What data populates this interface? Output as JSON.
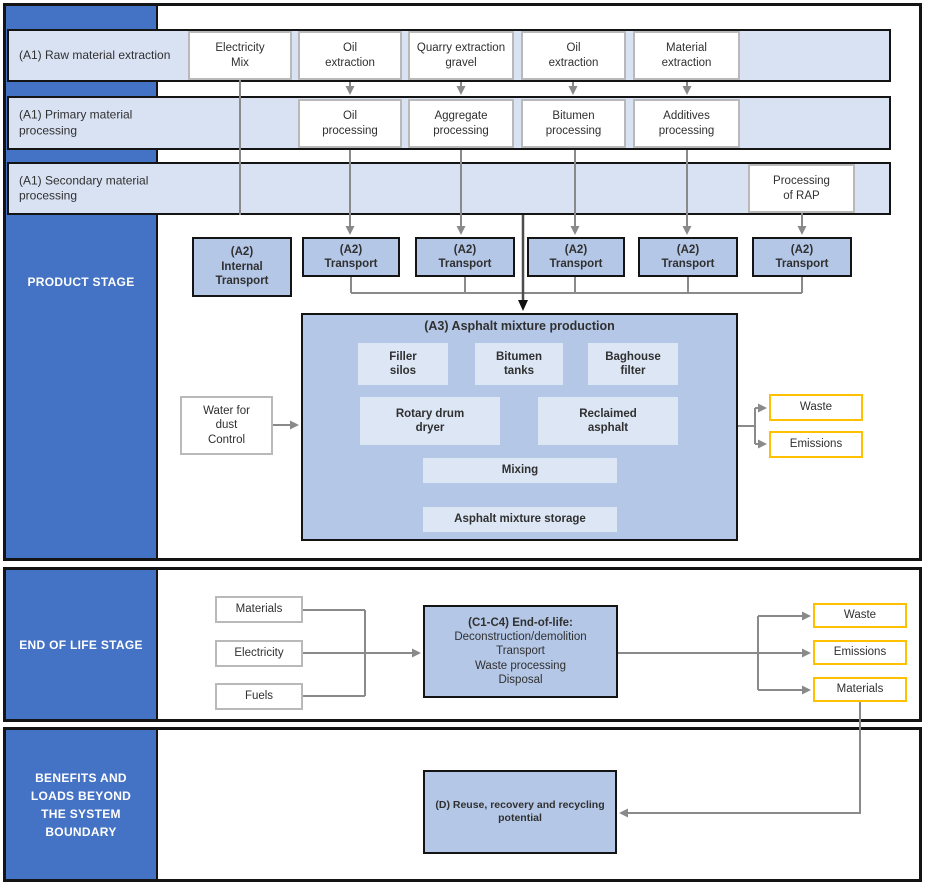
{
  "colors": {
    "sidebar-blue": "#4472c4",
    "band-fill": "#d9e2f3",
    "box-blue": "#b4c7e7",
    "inner-fill": "#dce6f5",
    "accent-yellow": "#ffc000",
    "connector-gray": "#8a8a8a",
    "connector-dark": "#4d4d4d",
    "border-black": "#141414",
    "border-gray": "#b9b9b9"
  },
  "product_stage": {
    "sidebar_label": "PRODUCT STAGE",
    "raw_row": {
      "label": "(A1) Raw material extraction",
      "boxes": [
        "Electricity\nMix",
        "Oil\nextraction",
        "Quarry extraction\ngravel",
        "Oil\nextraction",
        "Material\nextraction"
      ]
    },
    "primary_row": {
      "label": "(A1) Primary material processing",
      "boxes": [
        "Oil\nprocessing",
        "Aggregate\nprocessing",
        "Bitumen\nprocessing",
        "Additives\nprocessing"
      ]
    },
    "secondary_row": {
      "label": "(A1) Secondary material processing",
      "box": "Processing\nof RAP"
    },
    "transport": {
      "internal": "(A2)\nInternal\nTransport",
      "units": [
        "(A2)\nTransport",
        "(A2)\nTransport",
        "(A2)\nTransport",
        "(A2)\nTransport",
        "(A2)\nTransport"
      ]
    },
    "a3": {
      "title": "(A3) Asphalt mixture production",
      "units": [
        "Filler\nsilos",
        "Bitumen\ntanks",
        "Baghouse\nfilter",
        "Rotary drum\ndryer",
        "Reclaimed\nasphalt",
        "Mixing",
        "Asphalt mixture storage"
      ]
    },
    "water_input": "Water for\ndust\nControl",
    "outputs": [
      "Waste",
      "Emissions"
    ]
  },
  "end_of_life": {
    "sidebar_label": "END OF LIFE STAGE",
    "inputs": [
      "Materials",
      "Electricity",
      "Fuels"
    ],
    "c_box": {
      "title": "(C1-C4) End-of-life:",
      "lines": "Deconstruction/demolition\nTransport\nWaste processing\nDisposal"
    },
    "outputs": [
      "Waste",
      "Emissions",
      "Materials"
    ]
  },
  "benefits": {
    "sidebar_label": "BENEFITS AND\nLOADS BEYOND\nTHE SYSTEM\nBOUNDARY",
    "d_box": "(D) Reuse, recovery and recycling\npotential"
  }
}
